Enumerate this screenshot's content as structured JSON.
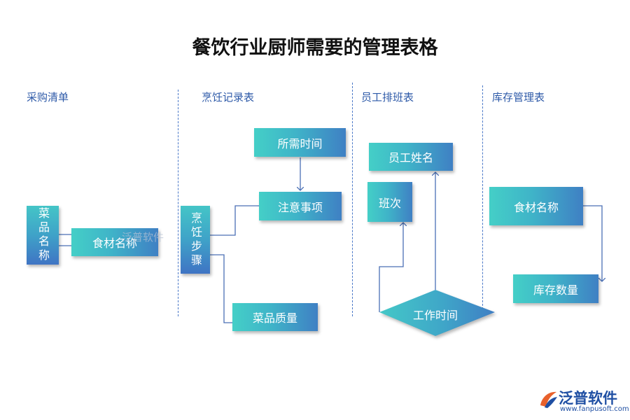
{
  "title": "餐饮行业厨师需要的管理表格",
  "sections": {
    "purchase": {
      "label": "采购清单",
      "dish_name": "菜品名称",
      "ingredient_name": "食材名称"
    },
    "cooking": {
      "label": "烹饪记录表",
      "steps": "烹饪步骤",
      "time_needed": "所需时间",
      "notes": "注意事项",
      "dish_quality": "菜品质量"
    },
    "schedule": {
      "label": "员工排班表",
      "employee_name": "员工姓名",
      "shift": "班次",
      "work_time": "工作时间"
    },
    "inventory": {
      "label": "库存管理表",
      "ingredient_name": "食材名称",
      "stock_qty": "库存数量"
    }
  },
  "watermark": "泛普软件",
  "logo": {
    "name": "泛普软件",
    "url": "www.fanpusoft.com"
  },
  "colors": {
    "box_start": "#44cfc7",
    "box_end": "#3f80c4",
    "section_label": "#2e5aa8",
    "divider": "#4a78c8",
    "connector": "#4a6fb5"
  }
}
